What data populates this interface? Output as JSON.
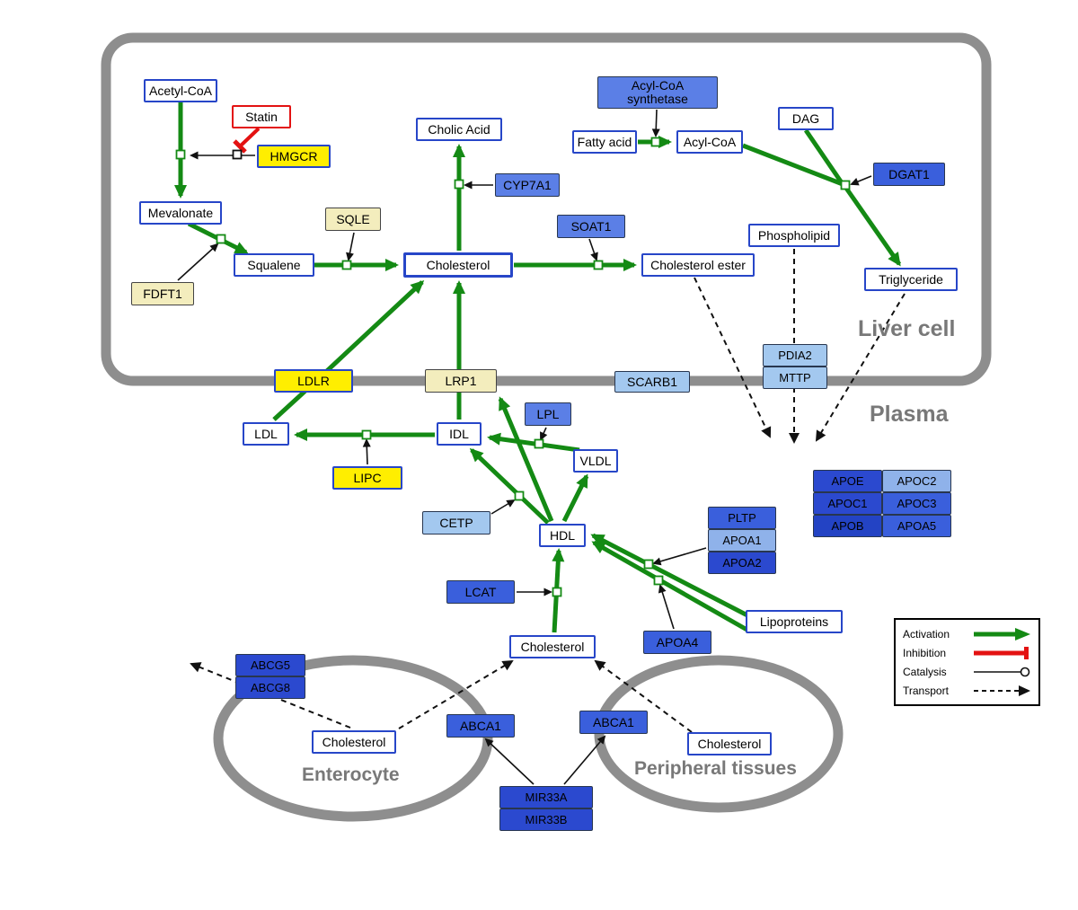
{
  "palette": {
    "activation_green": "#148a14",
    "inhibition_red": "#e31212",
    "membrane_gray": "#8e8e8e",
    "metabolite_border_blue": "#2746c8",
    "gene_yellow": "#ffee00",
    "gene_pale_yellow": "#f3edbd",
    "gene_light_blue": "#a3c8ef",
    "gene_blue": "#5b7fe6",
    "gene_mid_blue": "#3a5fdc",
    "gene_dark_blue": "#2b49cf"
  },
  "regions": {
    "liver": "Liver cell",
    "plasma": "Plasma",
    "enterocyte": "Enterocyte",
    "peripheral": "Peripheral tissues"
  },
  "legend": {
    "activation": "Activation",
    "inhibition": "Inhibition",
    "catalysis": "Catalysis",
    "transport": "Transport"
  },
  "nodes": {
    "acetyl_coa": "Acetyl-CoA",
    "statin": "Statin",
    "hmgcr": "HMGCR",
    "mevalonate": "Mevalonate",
    "sqle": "SQLE",
    "fdft1": "FDFT1",
    "squalene": "Squalene",
    "cholic_acid": "Cholic Acid",
    "cyp7a1": "CYP7A1",
    "cholesterol_liver": "Cholesterol",
    "soat1": "SOAT1",
    "cholesterol_ester": "Cholesterol ester",
    "acyl_coa_synthetase": "Acyl-CoA synthetase",
    "fatty_acid": "Fatty acid",
    "acyl_coa": "Acyl-CoA",
    "dag": "DAG",
    "dgat1": "DGAT1",
    "phospholipid": "Phospholipid",
    "triglyceride": "Triglyceride",
    "ldlr": "LDLR",
    "lrp1": "LRP1",
    "scarb1": "SCARB1",
    "pdia2": "PDIA2",
    "mttp": "MTTP",
    "ldl": "LDL",
    "idl": "IDL",
    "lpl": "LPL",
    "vldl": "VLDL",
    "lipc": "LIPC",
    "cetp": "CETP",
    "hdl": "HDL",
    "pltp": "PLTP",
    "apoa1": "APOA1",
    "apoa2": "APOA2",
    "apoe": "APOE",
    "apoc2": "APOC2",
    "apoc1": "APOC1",
    "apoc3": "APOC3",
    "apob": "APOB",
    "apoa5": "APOA5",
    "lcat": "LCAT",
    "apoa4": "APOA4",
    "lipoproteins": "Lipoproteins",
    "cholesterol_plasma": "Cholesterol",
    "abcg5": "ABCG5",
    "abcg8": "ABCG8",
    "cholesterol_enterocyte": "Cholesterol",
    "abca1_enterocyte": "ABCA1",
    "abca1_peripheral": "ABCA1",
    "cholesterol_peripheral": "Cholesterol",
    "mir33a": "MIR33A",
    "mir33b": "MIR33B"
  },
  "edges": [
    {
      "from": "Acetyl-CoA",
      "to": "Mevalonate",
      "type": "activation",
      "via": "HMGCR"
    },
    {
      "from": "Statin",
      "to": "HMGCR",
      "type": "inhibition"
    },
    {
      "from": "Mevalonate",
      "to": "Squalene",
      "type": "activation",
      "via": "FDFT1"
    },
    {
      "from": "Squalene",
      "to": "Cholesterol",
      "type": "activation",
      "via": "SQLE"
    },
    {
      "from": "Cholesterol",
      "to": "Cholic Acid",
      "type": "activation",
      "via": "CYP7A1"
    },
    {
      "from": "Cholesterol",
      "to": "Cholesterol ester",
      "type": "activation",
      "via": "SOAT1"
    },
    {
      "from": "Fatty acid",
      "to": "Acyl-CoA",
      "type": "activation",
      "via": "Acyl-CoA synthetase"
    },
    {
      "from": "Acyl-CoA",
      "to": "Triglyceride",
      "type": "activation",
      "via": "DGAT1"
    },
    {
      "from": "DAG",
      "to": "Triglyceride",
      "type": "activation",
      "via": "DGAT1"
    },
    {
      "from": "LDL",
      "to": "Cholesterol",
      "type": "activation",
      "via": "LDLR"
    },
    {
      "from": "IDL",
      "to": "Cholesterol",
      "type": "activation",
      "via": "LRP1"
    },
    {
      "from": "VLDL",
      "to": "IDL",
      "type": "activation",
      "via": "LPL"
    },
    {
      "from": "IDL",
      "to": "LDL",
      "type": "activation",
      "via": "LIPC"
    },
    {
      "from": "HDL",
      "to": "IDL",
      "type": "activation",
      "via": "CETP"
    },
    {
      "from": "HDL",
      "to": "VLDL",
      "type": "activation"
    },
    {
      "from": "HDL",
      "to": "LRP1",
      "type": "activation"
    },
    {
      "from": "Cholesterol (plasma)",
      "to": "HDL",
      "type": "activation",
      "via": "LCAT"
    },
    {
      "from": "Lipoproteins",
      "to": "HDL",
      "type": "activation",
      "via": "PLTP/APOA1/APOA2"
    },
    {
      "from": "Lipoproteins",
      "to": "HDL",
      "type": "activation",
      "via": "APOA4"
    },
    {
      "from": "Cholesterol ester",
      "to": "plasma",
      "type": "transport"
    },
    {
      "from": "Phospholipid",
      "to": "plasma",
      "type": "transport"
    },
    {
      "from": "Triglyceride",
      "to": "plasma",
      "type": "transport"
    },
    {
      "from": "Cholesterol (enterocyte)",
      "to": "extracellular",
      "type": "transport",
      "via": "ABCG5/ABCG8"
    },
    {
      "from": "Cholesterol (enterocyte)",
      "to": "Cholesterol (plasma)",
      "type": "transport",
      "via": "ABCA1"
    },
    {
      "from": "Cholesterol (peripheral tissues)",
      "to": "Cholesterol (plasma)",
      "type": "transport",
      "via": "ABCA1"
    },
    {
      "from": "MIR33A/MIR33B",
      "to": "ABCA1 (enterocyte)",
      "type": "regulation"
    },
    {
      "from": "MIR33A/MIR33B",
      "to": "ABCA1 (peripheral)",
      "type": "regulation"
    }
  ]
}
